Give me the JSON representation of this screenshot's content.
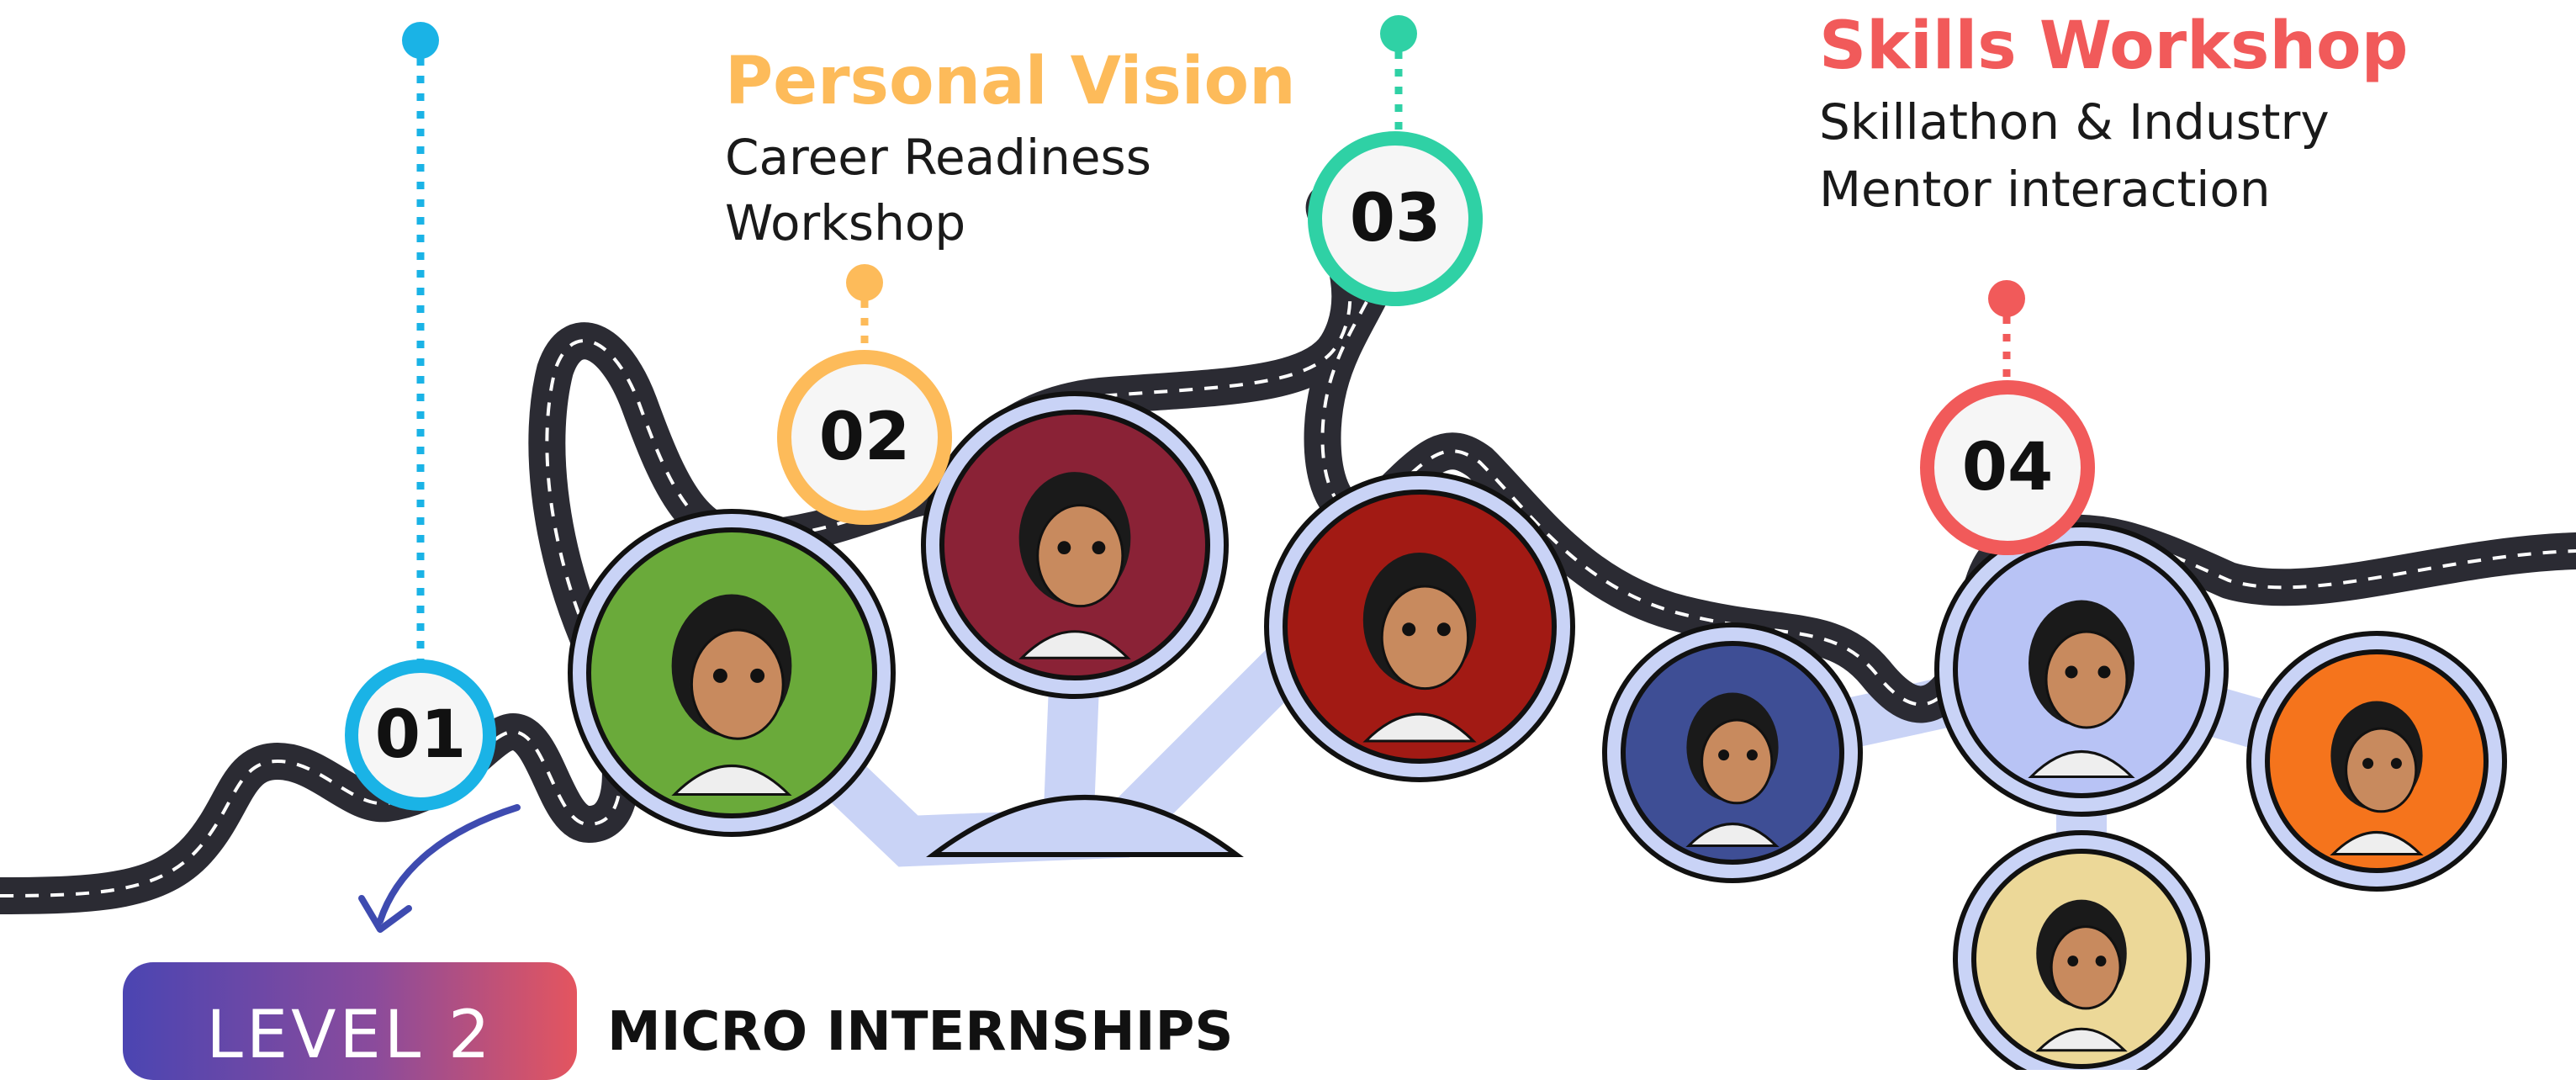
{
  "stages": [
    {
      "number": "01",
      "title": "",
      "desc1": "",
      "desc2": "",
      "color": "#1ab3e6"
    },
    {
      "number": "02",
      "title": "Personal Vision",
      "desc1": "Career Readiness",
      "desc2": "Workshop",
      "color": "#fdbb5a"
    },
    {
      "number": "03",
      "title": "",
      "desc1": "",
      "desc2": "",
      "color": "#2fd1a5"
    },
    {
      "number": "04",
      "title": "Skills Workshop",
      "desc1": "Skillathon & Industry",
      "desc2": "Mentor interaction",
      "color": "#f15a5a"
    }
  ],
  "level": {
    "badge": "LEVEL 2",
    "title": "MICRO INTERNSHIPS"
  },
  "careers": [
    {
      "icon": "chef-avatar-icon",
      "bg": "#6aaa3a"
    },
    {
      "icon": "police-avatar-icon",
      "bg": "#8a2236"
    },
    {
      "icon": "artist-avatar-icon",
      "bg": "#a21a14"
    },
    {
      "icon": "businessperson-avatar-icon",
      "bg": "#3e4e95"
    },
    {
      "icon": "student-avatar-icon",
      "bg": "#b8c3f5"
    },
    {
      "icon": "nurse-avatar-icon",
      "bg": "#f5741c"
    },
    {
      "icon": "doctor-avatar-icon",
      "bg": "#ecd898"
    }
  ]
}
